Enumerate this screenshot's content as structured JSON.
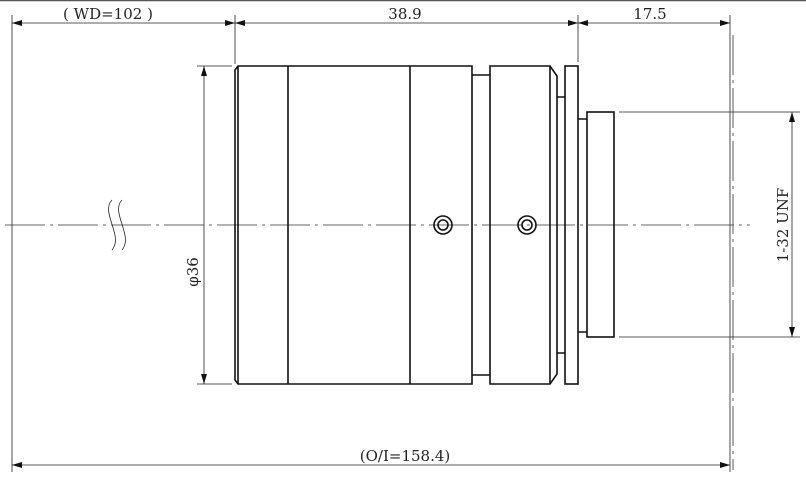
{
  "drawing": {
    "dimensions": {
      "working_distance": "( WD=102 )",
      "body_length": "38.9",
      "flange_length": "17.5",
      "total_length": "(O/I=158.4)",
      "diameter": "φ36",
      "thread": "1-32 UNF"
    },
    "line_color": "#111111"
  }
}
